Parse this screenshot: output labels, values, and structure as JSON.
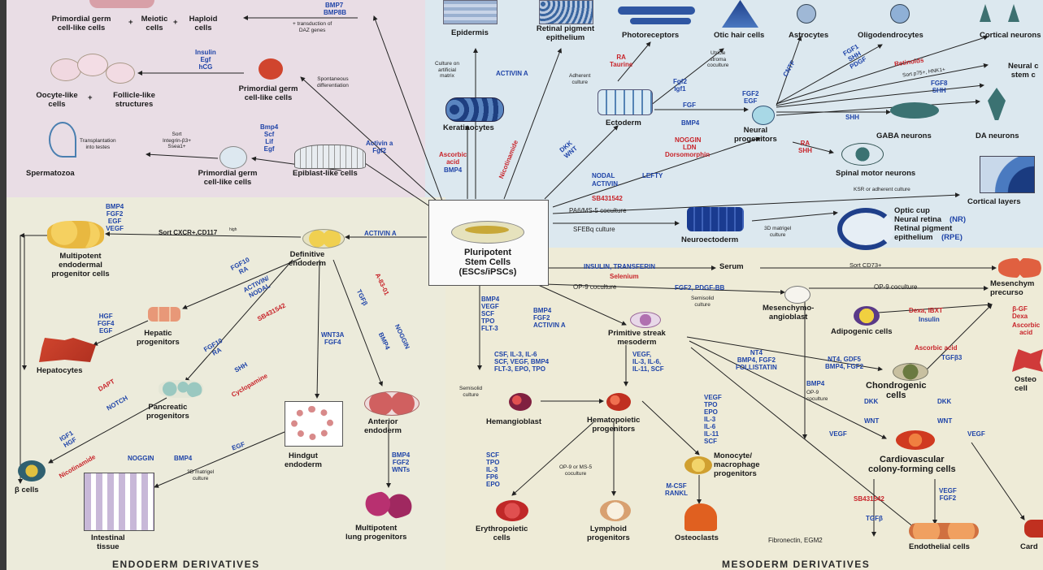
{
  "center": {
    "line1": "Pluripotent",
    "line2": "Stem Cells",
    "line3": "(ESCs/iPSCs)"
  },
  "sections": {
    "endoderm": "ENDODERM DERIVATIVES",
    "mesoderm": "MESODERM DERIVATIVES"
  },
  "germ": {
    "pgc_top": "Primordial germ\ncell-like cells",
    "meiotic": "Meiotic\ncells",
    "haploid": "Haploid\ncells",
    "bmp7": "BMP7",
    "bmp8b": "BMP8B",
    "daz": "+ transduction of\nDAZ genes",
    "oocyte": "Oocyte-like\ncells",
    "follicle": "Follicle-like\nstructures",
    "insulin_egf_hcg": "Insulin\nEgf\nhCG",
    "pgc_mid": "Primordial germ\ncell-like cells",
    "spontaneous": "Spontaneous\ndifferentiation",
    "sperm": "Spermatozoa",
    "transplant": "Transplantation\ninto testes",
    "sort_integrin": "Sort\nIntegrin-β3+\nSsea1+",
    "bmp4_scf": "Bmp4\nScf\nLif\nEgf",
    "pgc_bottom": "Primordial germ\ncell-like cells",
    "epiblast": "Epiblast-like cells",
    "activin_fgf2": "Activin a\nFgf2"
  },
  "ectoderm": {
    "epidermis": "Epidermis",
    "rpe": "Retinal pigment\nepithelium",
    "photoreceptors": "Photoreceptors",
    "otic": "Otic hair cells",
    "astrocytes": "Astrocytes",
    "oligos": "Oligodendrocytes",
    "cortical_neurons": "Cortical neurons",
    "culture_artificial": "Culture on\nartificial\nmatrix",
    "activin_a": "ACTIVIN A",
    "adherent": "Adherent\nculture",
    "ra_taurine": "RA\nTaurine",
    "fgf2_igf1": "Fgf2\nIgf1",
    "utricle": "Utricle\nstroma\ncoculture",
    "cntf": "CNTF",
    "fgf_shh_pdgf": "FGF1\nSHH\nPDGF",
    "retinoids": "Retinoids",
    "sort_p75": "Sort p75+, HNK1+",
    "neural_crest": "Neural c\nstem c",
    "keratinocytes": "Keratinocytes",
    "ectoderm": "Ectoderm",
    "fgf": "FGF",
    "fgf2_egf": "FGF2\nEGF",
    "fgf8_shh": "FGF8\nSHH",
    "shh": "SHH",
    "gaba": "GABA neurons",
    "da": "DA neurons",
    "neural_prog": "Neural\nprogenitors",
    "bmp4": "BMP4",
    "noggin": "NOGGIN",
    "ldn": "LDN",
    "dorsomorphin": "Dorsomorphin",
    "ascorbic": "Ascorbic\nacid",
    "bmp4b": "BMP4",
    "nicotinamide": "Nicotinamide",
    "dkk_wnt": "DKK\nWNT",
    "ra_shh": "RA\nSHH",
    "spinal": "Spinal motor neurons",
    "nodal": "NODAL",
    "lefty": "LEFTY",
    "activin": "ACTIVIN",
    "sb": "SB431542",
    "ksr": "KSR or adherent culture",
    "cortical_layers": "Cortical layers",
    "pa6": "PA6/MS-5 coculture",
    "sfebq": "SFEBq culture",
    "neuroectoderm": "Neuroectoderm",
    "matrigel3d": "3D matrigel\nculture",
    "optic_cup": "Optic cup",
    "neural_retina": "Neural retina",
    "nr": "(NR)",
    "retinal_pig": "Retinal pigment",
    "epithelium": "epithelium",
    "rpe_abbr": "(RPE)"
  },
  "endoderm": {
    "bmp4_list": "BMP4\nFGF2\nEGF\nVEGF",
    "sort_cxcr": "Sort CXCR+,CD117",
    "high": "high",
    "activin_a": "ACTIVIN A",
    "multipotent": "Multipotent\nendodermal\nprogenitor cells",
    "definitive": "Definitive\nendoderm",
    "fgf10_ra": "FGF10\nRA",
    "activin_nodal": "ACTIVIN/\nNODAL",
    "sb": "SB431542",
    "a83": "A-83-01",
    "tgfb": "TGFβ",
    "hgf_list": "HGF\nFGF4\nEGF",
    "hepatic": "Hepatic\nprogenitors",
    "hepatocytes": "Hepatocytes",
    "fgf10_ra2": "FGF10\nRA",
    "shh": "SHH",
    "cyclopamine": "Cyclopamine",
    "wnt3a": "WNT3A\nFGF4",
    "noggin": "NOGGIN",
    "bmp4": "BMP4",
    "dapt": "DAPT",
    "notch": "NOTCH",
    "pancreatic": "Pancreatic\nprogenitors",
    "igf_hgf": "IGF1\nHGF",
    "nicotinamide": "Nicotinamide",
    "beta": "β cells",
    "noggin_bmp4": "NOGGIN",
    "bmp4b": "BMP4",
    "egf": "EGF",
    "matrigel": "3D matrigel\nculture",
    "hindgut": "Hindgut\nendoderm",
    "anterior": "Anterior\nendoderm",
    "bmp4_fgf2_wnt": "BMP4\nFGF2\nWNTs",
    "lung": "Multipotent\nlung progenitors",
    "intestinal": "Intestinal\ntissue"
  },
  "mesoderm": {
    "insulin_transferin": "INSULIN, TRANSFERIN",
    "selenium": "Selenium",
    "serum": "Serum",
    "sort_cd73": "Sort CD73+",
    "mesenchymal": "Mesenchym\nprecurso",
    "op9_1": "OP-9 coculture",
    "fgf2_pdgf": "FGF2, PDGF-BB",
    "semisolid1": "Semisolid\nculture",
    "op9_2": "OP-9 coculture",
    "mesenchymo": "Mesenchymo-\nangioblast",
    "dexa": "Dexa, IBXT",
    "insulin": "Insulin",
    "adipogenic": "Adipogenic cells",
    "bgf_dexa": "β-GF\nDexa",
    "ascorbic2": "Ascorbic\nacid",
    "bmp4_list": "BMP4\nVEGF\nSCF\nTPO\nFLT-3",
    "bmp4_fgf2_act": "BMP4\nFGF2\nACTIVIN A",
    "primitive": "Primitive streak\nmesoderm",
    "nt4_list": "NT4\nBMP4, FGF2\nFOLLISTATIN",
    "nt4_gdf5": "NT4, GDF5\nBMP4, FGF2",
    "ascorbic": "Ascorbic acid",
    "tgfb3": "TGFβ3",
    "chondro": "Chondrogenic\ncells",
    "osteo": "Osteo\ncell",
    "csf_list": "CSF, IL-3, IL-6\nSCF, VEGF, BMP4\nFLT-3, EPO, TPO",
    "vegf_list": "VEGF,\nIL-3, IL-6,\nIL-11, SCF",
    "semisolid2": "Semisolid\nculture",
    "bmp4_op9": "BMP4",
    "op9_3": "OP-9\ncoculture",
    "dkk1": "DKK",
    "wnt1": "WNT",
    "dkk2": "DKK",
    "wnt2": "WNT",
    "hemangioblast": "Hemangioblast",
    "hematopoietic": "Hematopoietic\nprogenitors",
    "vegf_tpo": "VEGF\nTPO\nEPO\nIL-3\nIL-6\nIL-11\nSCF",
    "vegf1": "VEGF",
    "vegf2": "VEGF",
    "cardio": "Cardiovascular\ncolony-forming cells",
    "monocyte": "Monocyte/\nmacrophage\nprogenitors",
    "scf_list": "SCF\nTPO\nIL-3\nFP6\nEPO",
    "op9_ms5": "OP-9 or MS-5\ncoculture",
    "mcsf": "M-CSF\nRANKL",
    "sb": "SB431542",
    "tgfb": "TGFβ",
    "vegf_fgf2": "VEGF\nFGF2",
    "erythro": "Erythropoietic\ncells",
    "lymphoid": "Lymphoid\nprogenitors",
    "osteoclasts": "Osteoclasts",
    "fibronectin": "Fibronectin, EGM2",
    "endothelial": "Endothelial cells",
    "card": "Card"
  },
  "colors": {
    "germ_bg": "#eadfe6",
    "ecto_bg": "#dfe9f0",
    "endo_bg": "#eeeede",
    "meso_bg": "#efecd9",
    "blue_text": "#1f44a8",
    "red_text": "#c8242a"
  }
}
